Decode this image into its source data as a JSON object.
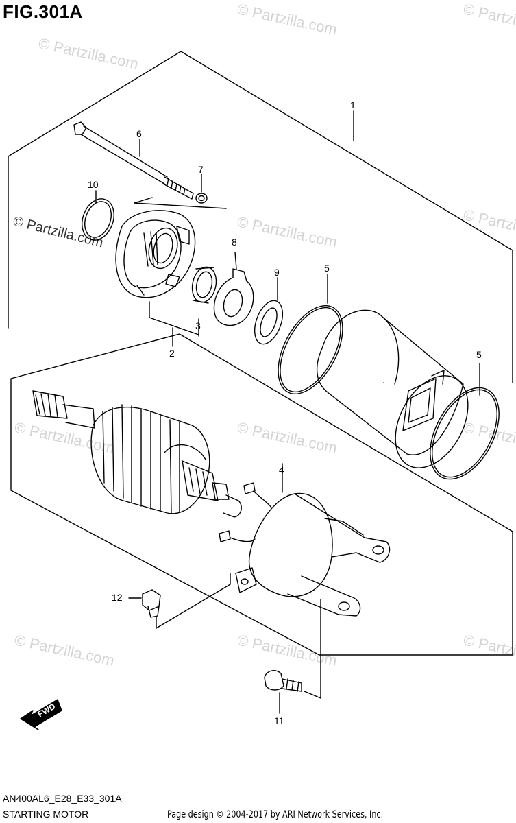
{
  "figure": {
    "title": "FIG.301A",
    "code": "AN400AL6_E28_E33_301A",
    "name": "STARTING MOTOR"
  },
  "watermark": "© Partzilla.com",
  "credit": "Page design © 2004-2017 by ARI Network Services, Inc.",
  "fwd_label": "FWD",
  "callouts": {
    "c1": "1",
    "c2": "2",
    "c3": "3",
    "c4": "4",
    "c5a": "5",
    "c5b": "5",
    "c6": "6",
    "c7": "7",
    "c8": "8",
    "c9": "9",
    "c10": "10",
    "c11": "11",
    "c12": "12"
  },
  "colors": {
    "line": "#000000",
    "watermark": "#d4d4d4",
    "background": "#ffffff"
  }
}
